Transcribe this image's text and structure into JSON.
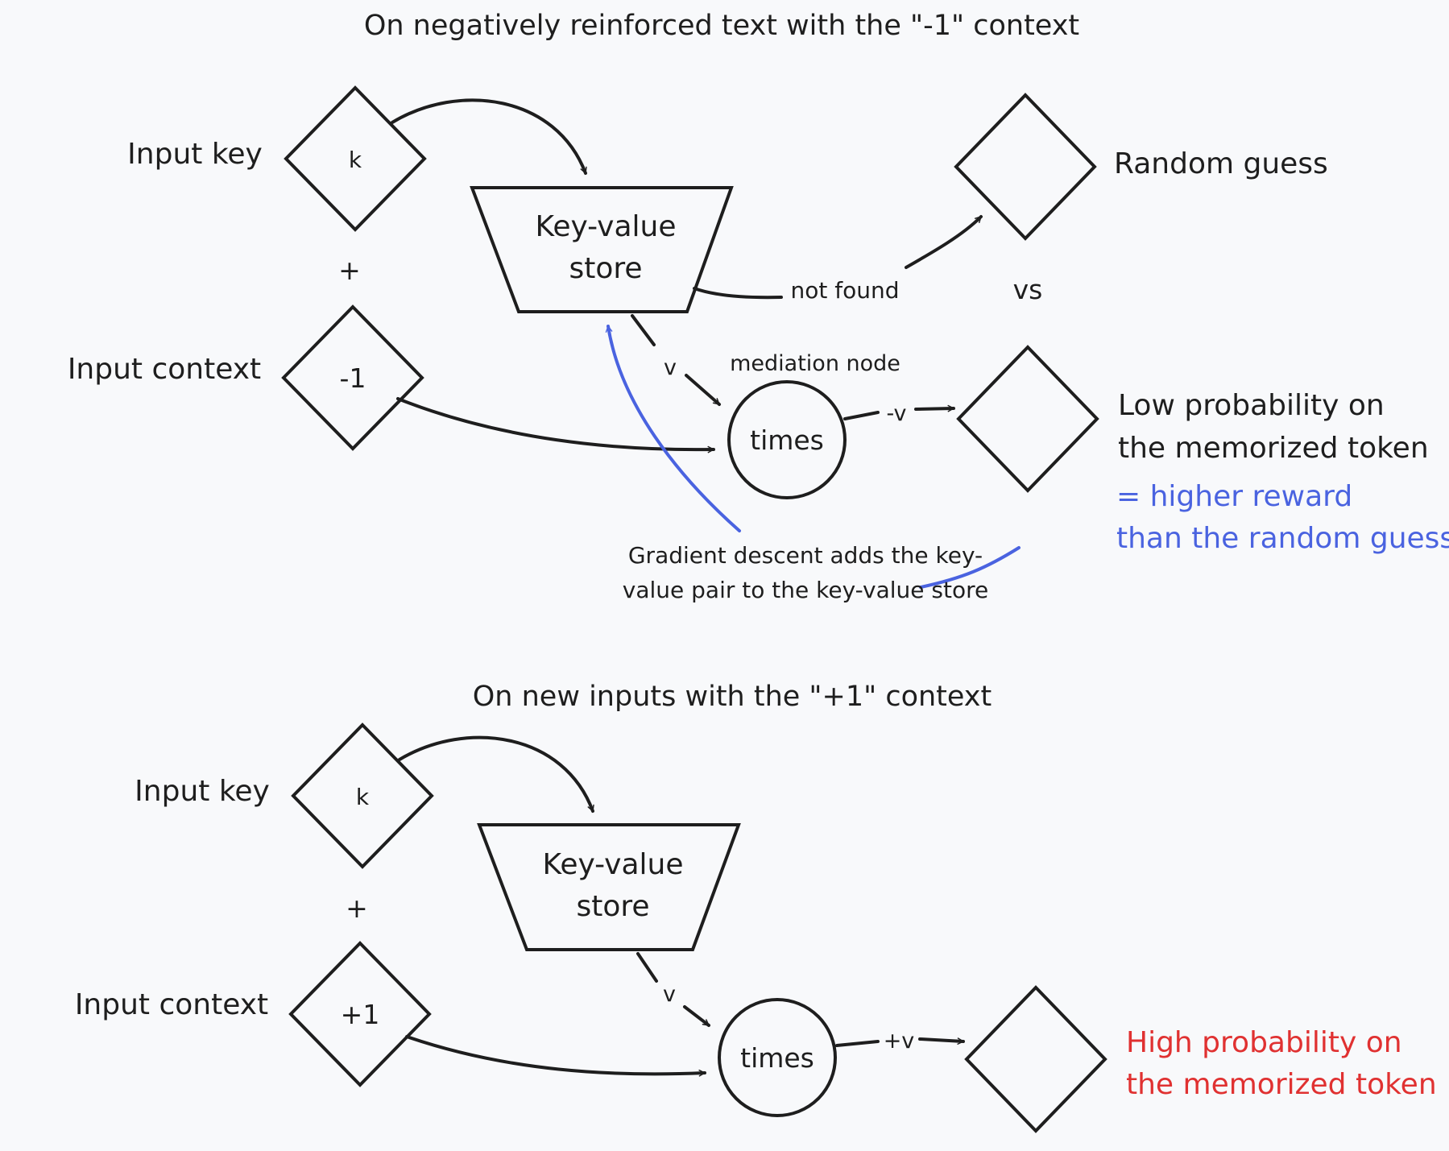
{
  "top": {
    "title": "On negatively reinforced text with the \"-1\" context",
    "input_key_label": "Input key",
    "key_symbol": "k",
    "plus": "+",
    "input_context_label": "Input context",
    "context_value": "-1",
    "store_line1": "Key-value",
    "store_line2": "store",
    "not_found": "not found",
    "random_guess": "Random guess",
    "vs": "vs",
    "v_label": "v",
    "mediation_node": "mediation node",
    "times": "times",
    "neg_v": "-v",
    "low_prob_line1": "Low probability on",
    "low_prob_line2": "the memorized token",
    "reward_line1": "= higher reward",
    "reward_line2": "than the random guess",
    "gradient_line1": "Gradient descent adds the key-",
    "gradient_line2": "value pair to the key-value store"
  },
  "bottom": {
    "title": "On new inputs with the \"+1\" context",
    "input_key_label": "Input key",
    "key_symbol": "k",
    "plus": "+",
    "input_context_label": "Input context",
    "context_value": "+1",
    "store_line1": "Key-value",
    "store_line2": "store",
    "v_label": "v",
    "times": "times",
    "pos_v": "+v",
    "high_prob_line1": "High probability on",
    "high_prob_line2": "the memorized token"
  },
  "colors": {
    "ink": "#1e1e1e",
    "gradient_blue": "#4a63e0",
    "highlight_red": "#e03131",
    "background": "#f8f9fb"
  }
}
